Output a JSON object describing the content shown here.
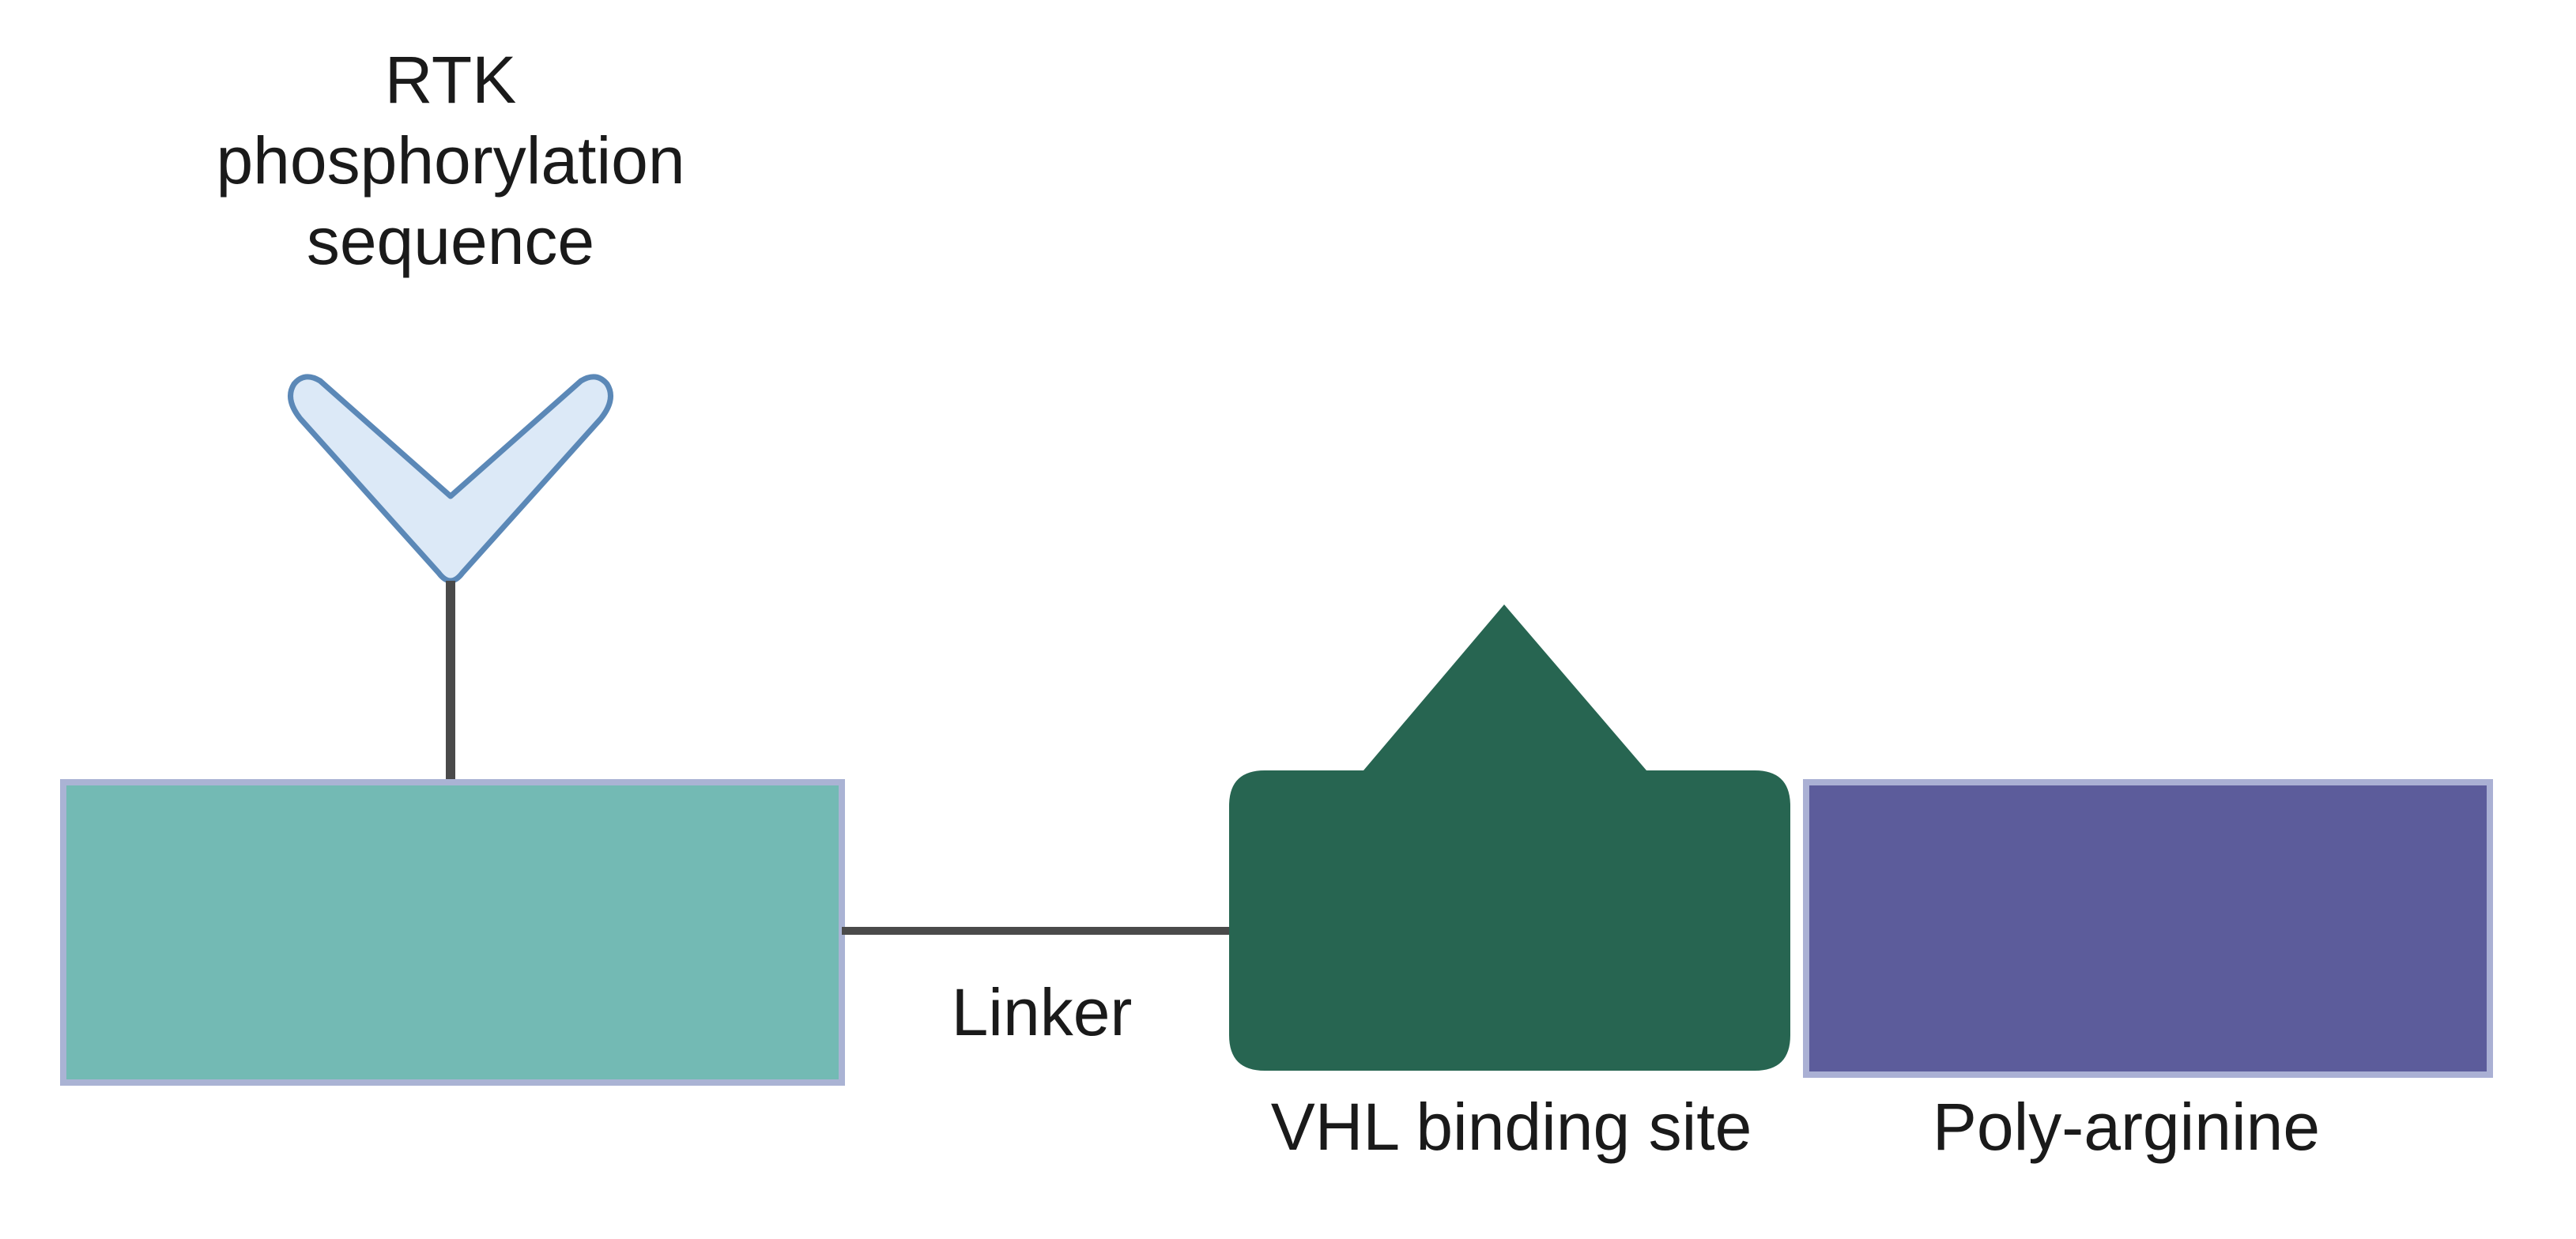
{
  "diagram": {
    "labels": {
      "rtk_line1": "RTK",
      "rtk_line2": "phosphorylation",
      "rtk_line3": "sequence",
      "linker": "Linker",
      "vhl": "VHL binding site",
      "polyarg": "Poly-arginine"
    },
    "colors": {
      "background": "#ffffff",
      "teal_block_fill": "#73bab4",
      "teal_block_stroke": "#aab3d4",
      "vhl_fill": "#276551",
      "polyarg_fill": "#5c5c9b",
      "polyarg_stroke": "#aab0d4",
      "v_shape_fill": "#dce9f7",
      "v_shape_stroke": "#5b88b7",
      "connector": "#4a4a4a",
      "text": "#1a1a1a"
    }
  }
}
